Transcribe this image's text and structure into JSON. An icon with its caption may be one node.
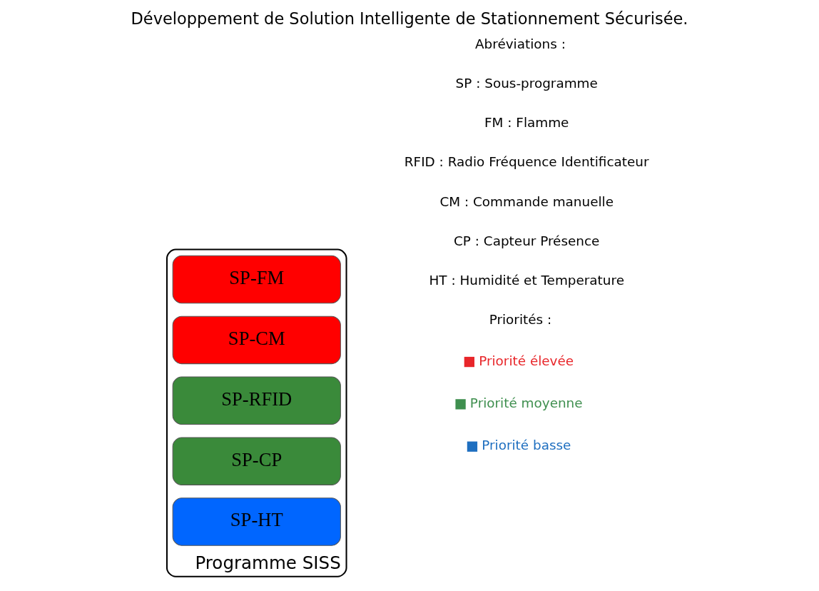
{
  "diagram": {
    "title": "Développement de Solution Intelligente de Stationnement Sécurisée.",
    "nodes": [
      {
        "text": [
          "Programme SISS"
        ]
      },
      {
        "text": [
          "SP-FM"
        ],
        "in": 0
      },
      {
        "text": [
          "SP-CM"
        ],
        "in": 0
      },
      {
        "text": [
          "SP-RFID"
        ],
        "in": 0
      },
      {
        "text": [
          "SP-CP"
        ],
        "in": 0
      },
      {
        "text": [
          "SP-HT"
        ],
        "in": 0
      }
    ],
    "edges": [],
    "labels": [
      "Abréviations :",
      "SP : Sous-programme",
      "FM : Flamme",
      "RFID : Radio Fréquence Identificateur",
      "CM : Commande manuelle",
      "CP : Capteur Présence",
      "HT : Humidité et Temperature",
      "Priorités :"
    ],
    "legend": [
      {
        "text": "Priorité élevée",
        "color": "#e8262a"
      },
      {
        "text": "Priorité moyenne",
        "color": "#3f8f4f"
      },
      {
        "text": "Priorité basse",
        "color": "#1f6fc0"
      }
    ]
  }
}
